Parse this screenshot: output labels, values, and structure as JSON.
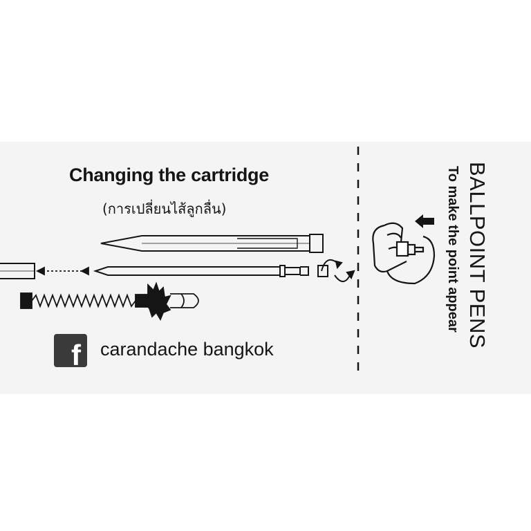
{
  "card": {
    "title": "Changing the cartridge",
    "subtitle": "(การเปลี่ยนไส้ลูกลื่น)",
    "facebook": {
      "icon_letter": "f",
      "handle": "carandache bangkok"
    },
    "side_panel": {
      "heading": "BALLPOINT PENS",
      "subheading": "To make the point appear"
    }
  },
  "icons": {
    "facebook": "facebook-icon"
  },
  "colors": {
    "ink": "#151515",
    "background": "#f4f4f4"
  }
}
